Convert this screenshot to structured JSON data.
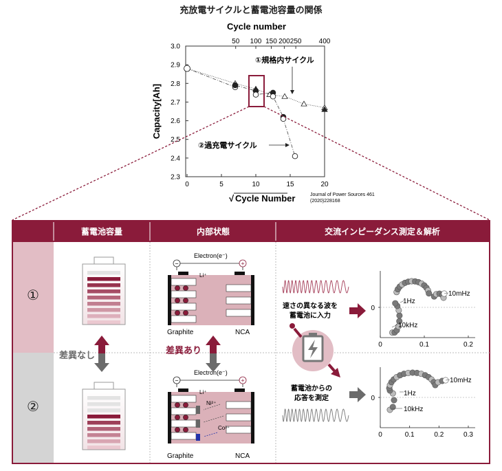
{
  "title": "充放電サイクルと蓄電池容量の関係",
  "chart_data": {
    "type": "scatter",
    "xlabel": "Cycle Number",
    "xlabel_prefix": "√",
    "top_axis_label": "Cycle number",
    "ylabel": "Capacity[Ah]",
    "xlim": [
      0,
      20
    ],
    "ylim": [
      2.3,
      3.0
    ],
    "x_ticks": [
      "0",
      "5",
      "10",
      "15",
      "20"
    ],
    "y_ticks": [
      "2.3",
      "2.4",
      "2.5",
      "2.6",
      "2.7",
      "2.8",
      "2.9",
      "3.0"
    ],
    "top_ticks": [
      "50",
      "100",
      "150",
      "200",
      "250",
      "400"
    ],
    "series": [
      {
        "name": "①規格内サイクル",
        "points": [
          [
            0,
            2.88
          ],
          [
            7,
            2.8
          ],
          [
            10,
            2.77
          ],
          [
            12,
            2.74
          ],
          [
            14.2,
            2.73
          ],
          [
            17,
            2.69
          ],
          [
            20,
            2.67
          ],
          [
            20,
            2.66
          ]
        ]
      },
      {
        "name": "②過充電サイクル",
        "points": [
          [
            0,
            2.88
          ],
          [
            7,
            2.78
          ],
          [
            7,
            2.79
          ],
          [
            10,
            2.76
          ],
          [
            10,
            2.74
          ],
          [
            12.5,
            2.75
          ],
          [
            12.5,
            2.73
          ],
          [
            14,
            2.62
          ],
          [
            14,
            2.61
          ],
          [
            15.7,
            2.41
          ]
        ]
      }
    ],
    "annotations": [
      "①規格内サイクル",
      "②過充電サイクル"
    ],
    "source": [
      "Journal of Power Sources 461",
      "(2020)228168"
    ]
  },
  "table": {
    "headers": [
      "蓄電池容量",
      "内部状態",
      "交流インピーダンス測定＆解析"
    ],
    "rows": [
      "①",
      "②"
    ],
    "diff_none": "差異なし",
    "diff_exist": "差異あり",
    "electron": "Electron(e⁻)",
    "graphite": "Graphite",
    "nca": "NCA",
    "li": "Li⁺",
    "ni": "Ni²⁺",
    "co": "Co³⁺",
    "minus": "−",
    "plus": "+",
    "wave_in": [
      "速さの異なる波を",
      "蓄電池に入力"
    ],
    "wave_out": [
      "蓄電池からの",
      "応答を測定"
    ],
    "nyquist1": {
      "zero": "0",
      "ticks": [
        "0",
        "0.1",
        "0.2"
      ],
      "labels": [
        "10mHz",
        "1Hz",
        "10kHz"
      ]
    },
    "nyquist2": {
      "zero": "0",
      "ticks": [
        "0",
        "0.1",
        "0.2",
        "0.3"
      ],
      "labels": [
        "10mHz",
        "1Hz",
        "10kHz"
      ]
    }
  },
  "colors": {
    "maroon": "#8a1b3a",
    "pink": "#e2bdc5",
    "gray": "#d4d4d4"
  }
}
